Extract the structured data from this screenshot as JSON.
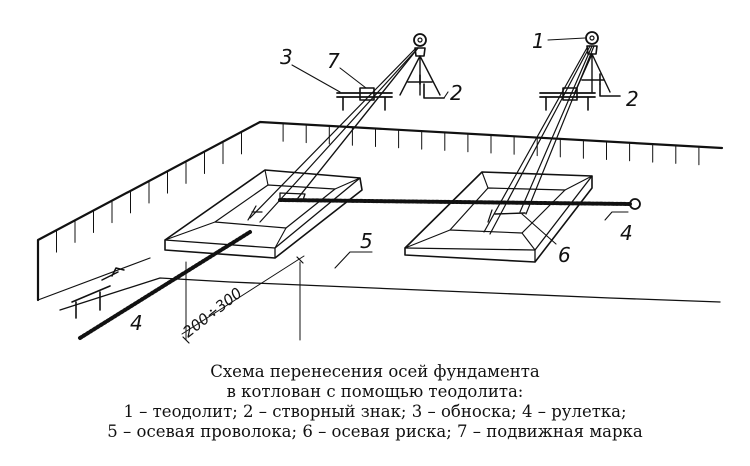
{
  "labels": {
    "theodolite_1": "1",
    "sign_2_left": "2",
    "sign_2_right": "2",
    "batter_board_3": "3",
    "tape_4_right": "4",
    "tape_4_left": "4",
    "wire_5": "5",
    "risk_6": "6",
    "mark_7": "7",
    "dimension": "200÷300"
  },
  "caption": {
    "title_line1": "Схема перенесения осей фундамента",
    "title_line2": "в котлован с помощью теодолита:",
    "legend_line1": "1 – теодолит; 2 – створный знак; 3 – обноска; 4 – рулетка;",
    "legend_line2": "5 – осевая проволока; 6 – осевая риска; 7 – подвижная марка"
  }
}
